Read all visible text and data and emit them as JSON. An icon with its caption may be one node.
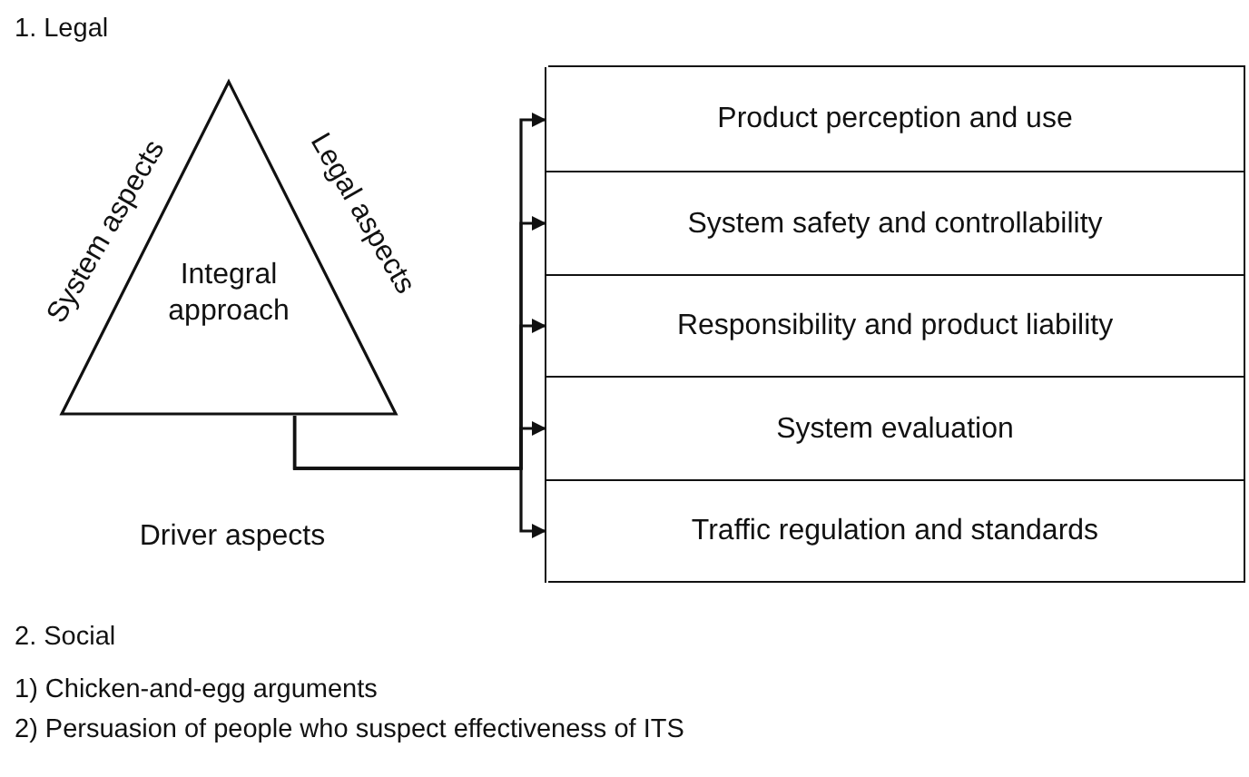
{
  "diagram": {
    "nodes": [
      {
        "text": [
          "Integral approach"
        ],
        "beside": [
          "System aspects",
          "Legal aspects",
          "Driver aspects"
        ]
      },
      {
        "text": [],
        "shape": "box"
      },
      {
        "text": [
          "Product perception and use"
        ],
        "in": 1
      },
      {
        "text": [
          "System safety and controllability"
        ],
        "in": 1
      },
      {
        "text": [
          "Responsibility and product liability"
        ],
        "in": 1
      },
      {
        "text": [
          "System evaluation"
        ],
        "in": 1
      },
      {
        "text": [
          "Traffic regulation and standards"
        ],
        "in": 1
      }
    ],
    "edges": [
      {
        "from": 0,
        "to": 2,
        "arrow": "to"
      },
      {
        "from": 0,
        "to": 3,
        "arrow": "to"
      },
      {
        "from": 0,
        "to": 4,
        "arrow": "to"
      },
      {
        "from": 0,
        "to": 5,
        "arrow": "to"
      },
      {
        "from": 0,
        "to": 6,
        "arrow": "to"
      }
    ],
    "labels": [
      "1. Legal",
      "2. Social",
      "1) Chicken-and-egg arguments",
      "2) Persuasion of people who suspect effectiveness of ITS"
    ]
  }
}
